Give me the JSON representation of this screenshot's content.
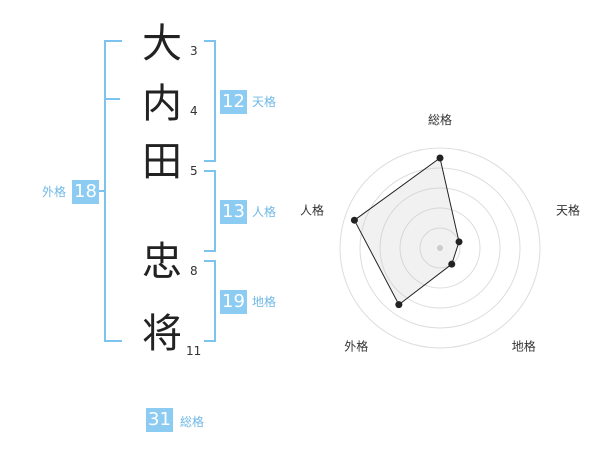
{
  "name": {
    "characters": [
      {
        "char": "大",
        "strokes": "3"
      },
      {
        "char": "内",
        "strokes": "4"
      },
      {
        "char": "田",
        "strokes": "5"
      },
      {
        "char": "忠",
        "strokes": "8"
      },
      {
        "char": "将",
        "strokes": "11"
      }
    ]
  },
  "fortune": {
    "tenkaku": {
      "value": "12",
      "label": "天格"
    },
    "jinkaku": {
      "value": "13",
      "label": "人格"
    },
    "chikaku": {
      "value": "19",
      "label": "地格"
    },
    "gaikaku": {
      "value": "18",
      "label": "外格"
    },
    "soukaku": {
      "value": "31",
      "label": "総格"
    }
  },
  "colors": {
    "accent": "#7cc3ee",
    "badge": "#8ccbf2",
    "badge_text": "#ffffff"
  },
  "chart_data": {
    "type": "radar",
    "axes": [
      "総格",
      "天格",
      "地格",
      "外格",
      "人格"
    ],
    "values": [
      4.5,
      1.0,
      1.0,
      3.5,
      4.5
    ],
    "rings": 5,
    "max": 5
  }
}
